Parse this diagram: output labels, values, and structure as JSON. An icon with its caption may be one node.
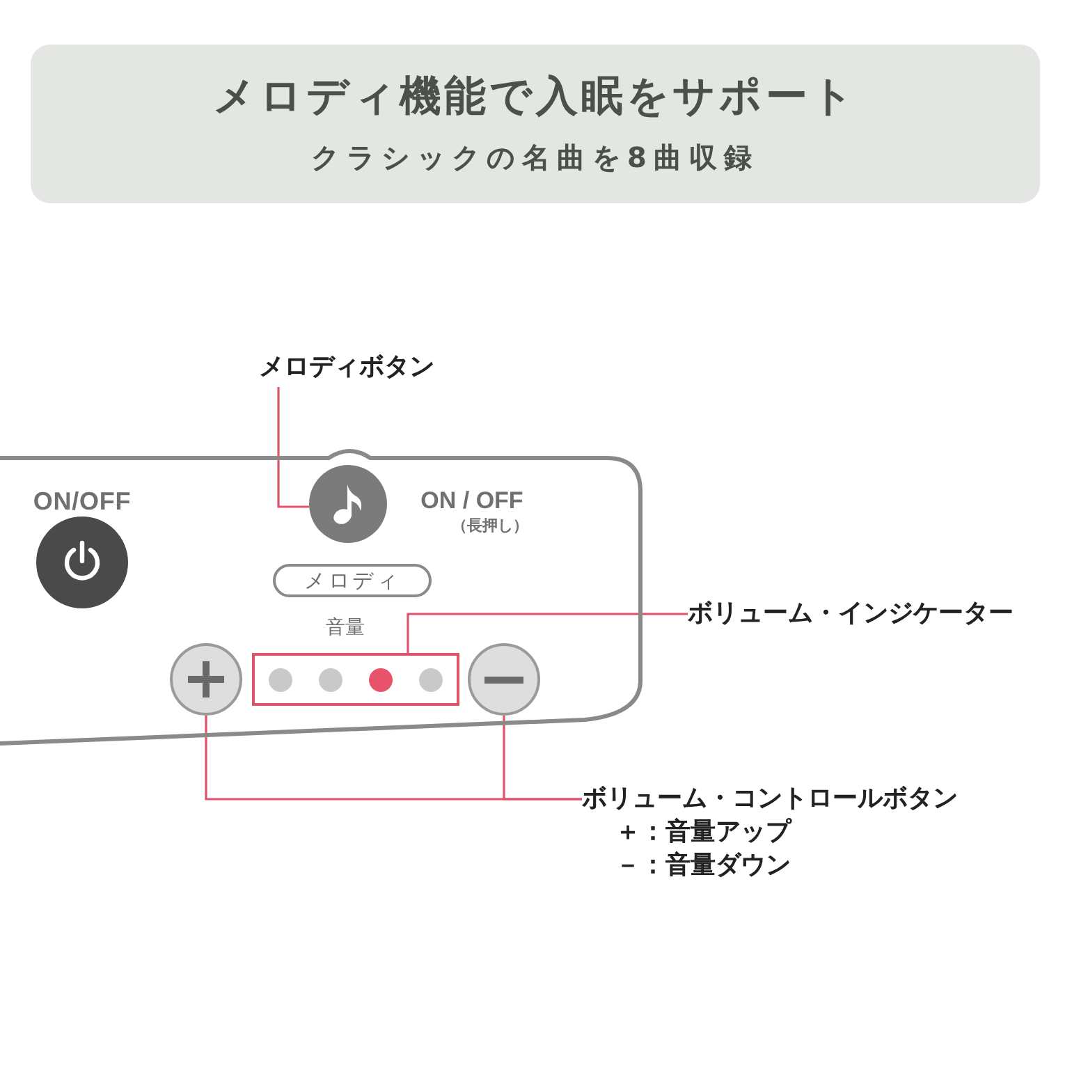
{
  "diagram": {
    "nodes": [
      {
        "text": [
          "メロディ機能で入眠をサポート",
          "クラシックの名曲を8曲収録"
        ]
      },
      {
        "text": [
          "メロディボタン"
        ]
      },
      {
        "text": [],
        "shape": "box"
      },
      {
        "text": [],
        "shape": "circle",
        "in": 2,
        "beside": [
          "ON/OFF"
        ]
      },
      {
        "text": [],
        "shape": "circle",
        "in": 2,
        "beside": [
          "ON / OFF",
          "（長押し）"
        ]
      },
      {
        "text": [
          "メロディ"
        ],
        "in": 2
      },
      {
        "text": [],
        "shape": "box",
        "in": 2,
        "beside": [
          "音量"
        ]
      },
      {
        "text": [],
        "shape": "circle",
        "in": 2
      },
      {
        "text": [],
        "shape": "circle",
        "in": 2
      },
      {
        "text": [
          "ボリューム・インジケーター"
        ]
      },
      {
        "text": [
          "ボリューム・コントロールボタン",
          "＋：音量アップ",
          "－：音量ダウン"
        ]
      }
    ],
    "edges": [
      {
        "from": 1,
        "to": 4,
        "arrow": "none"
      },
      {
        "from": 9,
        "to": 6,
        "arrow": "none"
      },
      {
        "from": 10,
        "to": 7,
        "arrow": "none"
      },
      {
        "from": 10,
        "to": 8,
        "arrow": "none"
      }
    ]
  }
}
